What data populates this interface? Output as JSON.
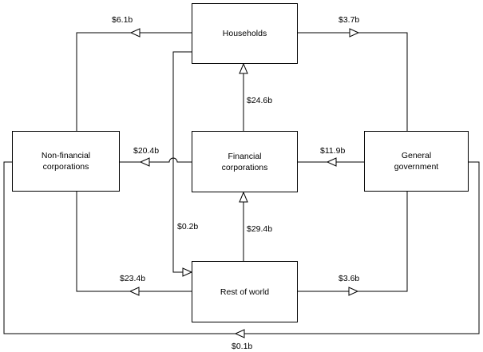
{
  "nodes": {
    "households": "Households",
    "non_financial": "Non-financial\ncorporations",
    "financial": "Financial\ncorporations",
    "general_government": "General\ngovernment",
    "rest_of_world": "Rest of world"
  },
  "flows": {
    "households_to_nonfin": "$6.1b",
    "households_to_govt": "$3.7b",
    "fin_to_households": "$24.6b",
    "fin_to_nonfin": "$20.4b",
    "govt_to_fin": "$11.9b",
    "households_to_row": "$0.2b",
    "row_to_fin": "$29.4b",
    "row_to_nonfin": "$23.4b",
    "row_to_govt": "$3.6b",
    "govt_to_nonfin_bottom": "$0.1b"
  }
}
